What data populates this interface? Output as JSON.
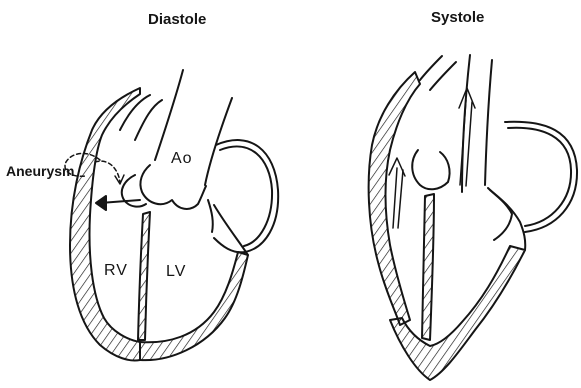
{
  "panels": {
    "diastole": {
      "title": "Diastole",
      "labels": {
        "aneurysm": "Aneurysm",
        "aorta": "Ao",
        "right_ventricle": "RV",
        "left_ventricle": "LV"
      }
    },
    "systole": {
      "title": "Systole"
    }
  },
  "colors": {
    "ink": "#151515",
    "background": "#ffffff"
  }
}
